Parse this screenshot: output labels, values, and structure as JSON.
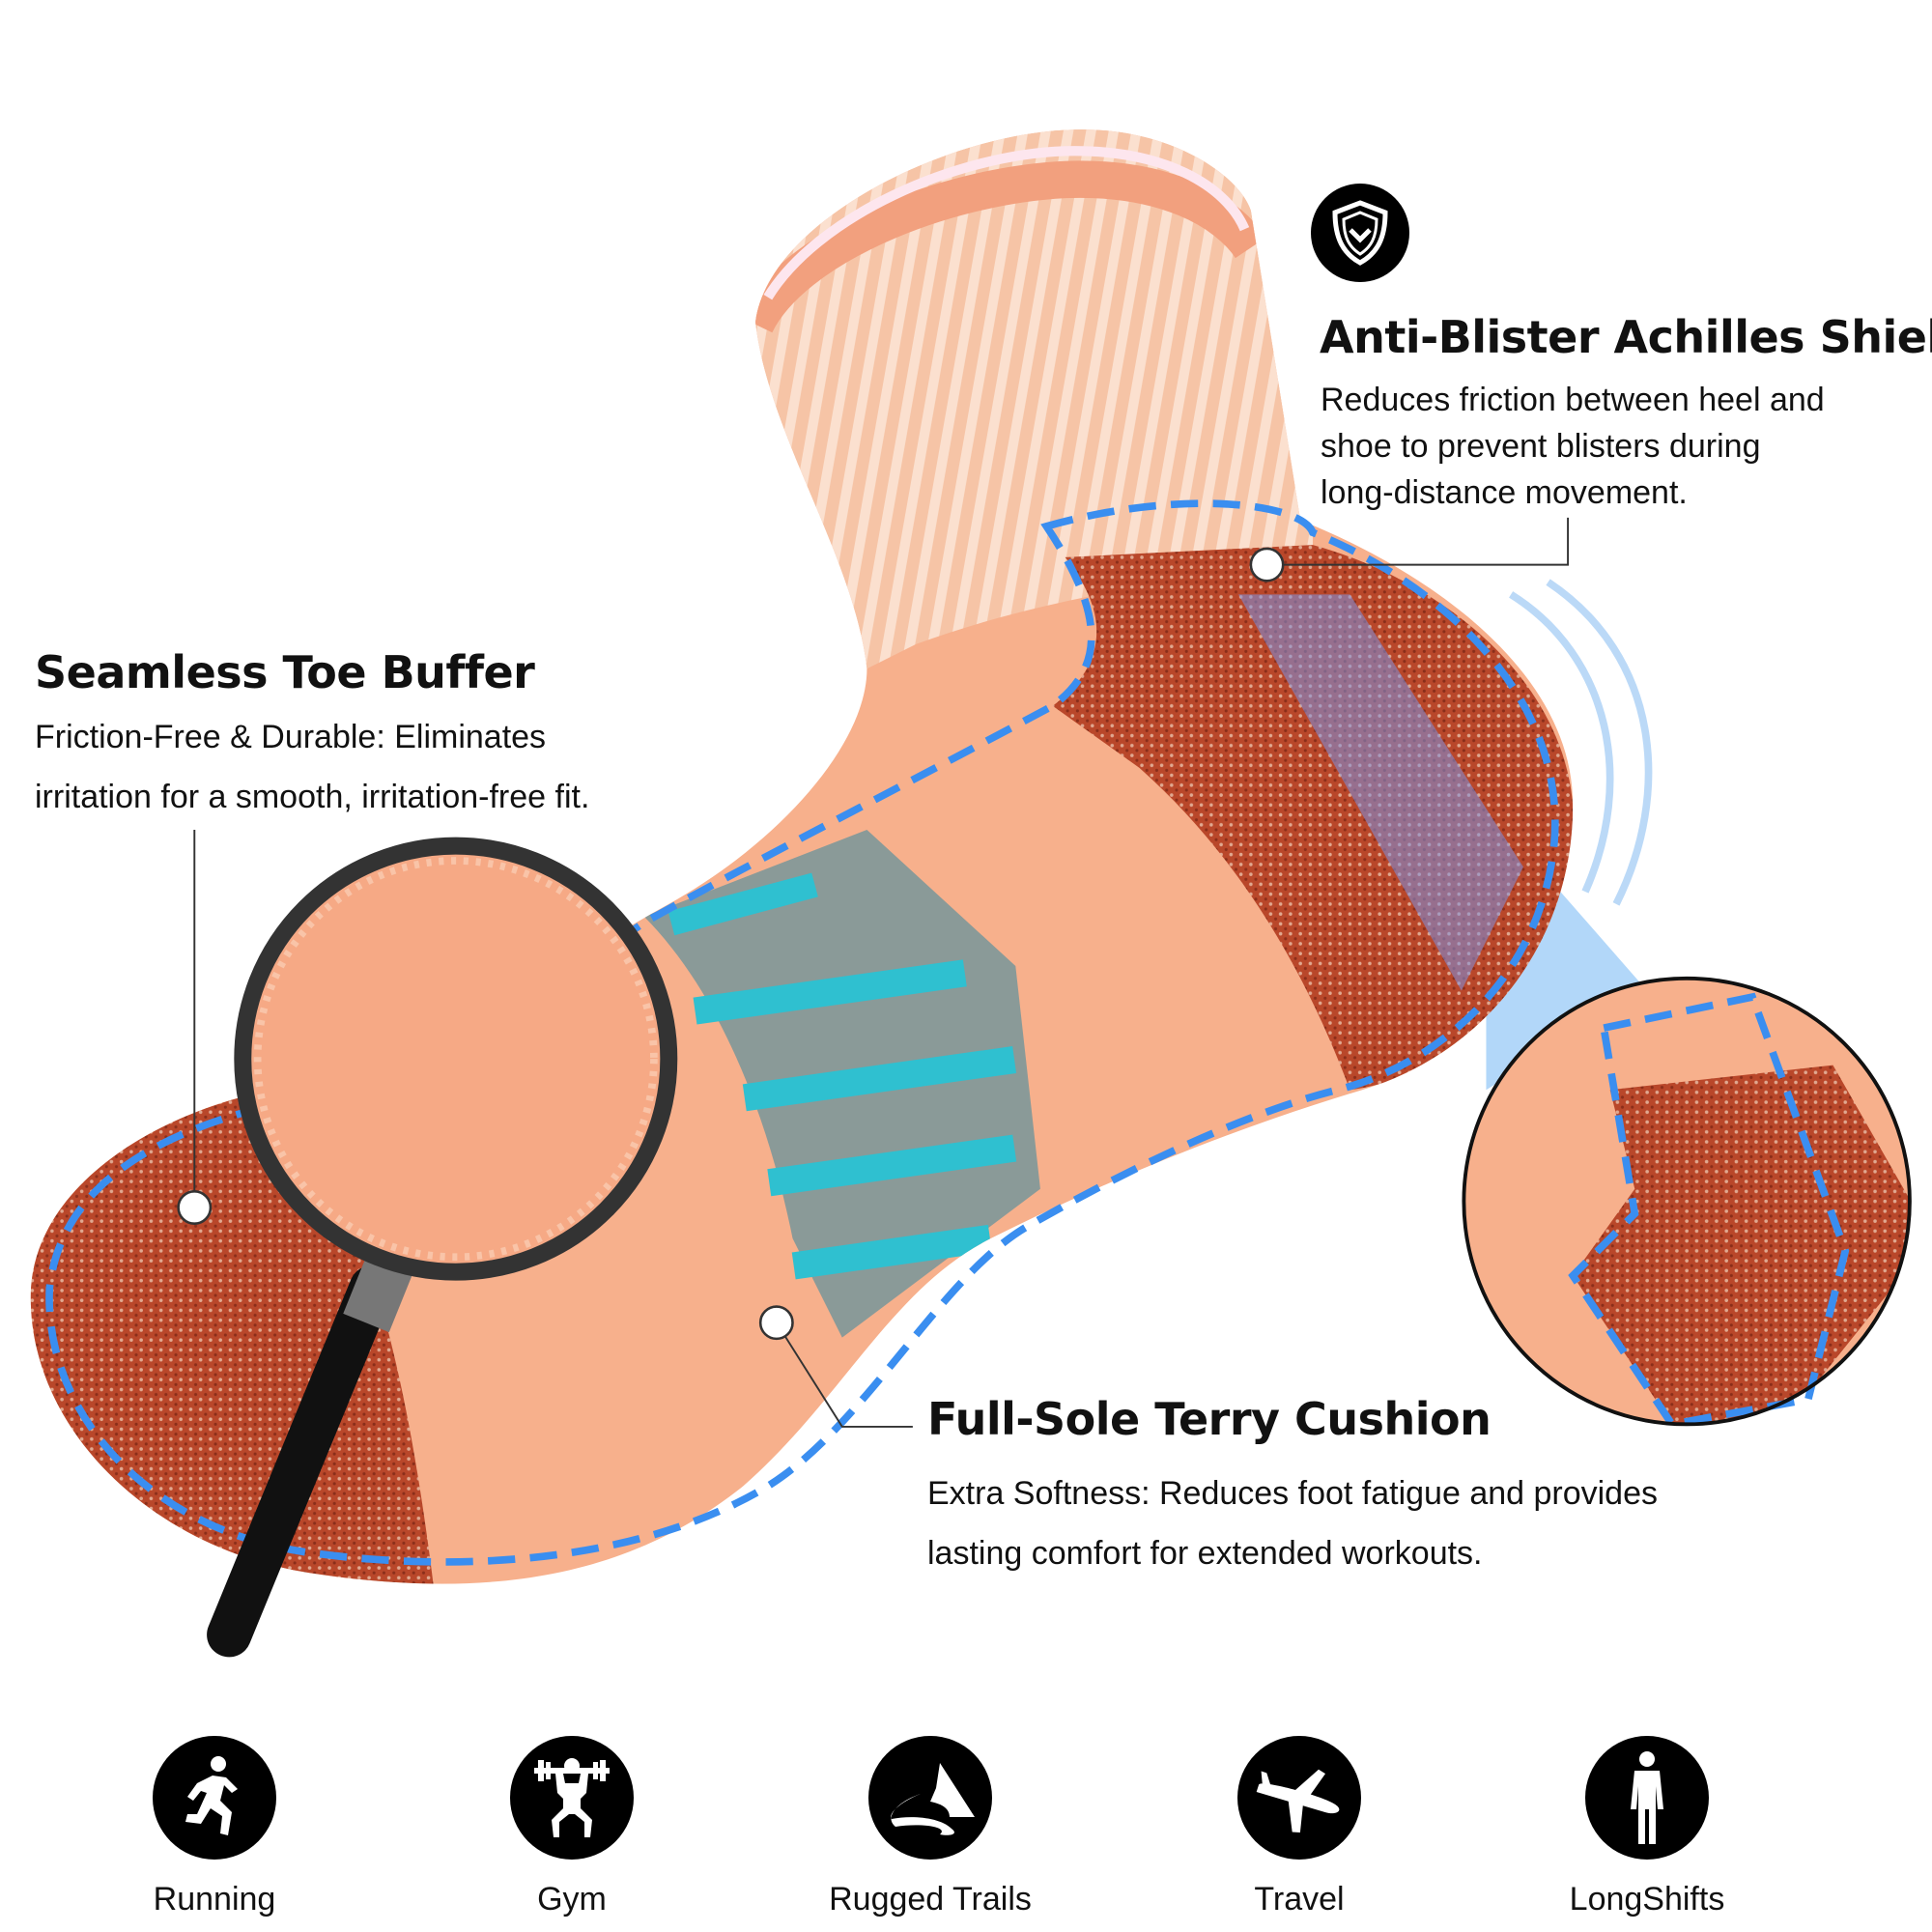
{
  "features": {
    "achilles": {
      "icon": "shield-check-icon",
      "title": "Anti-Blister Achilles Shield",
      "lines": [
        "Reduces friction between heel and",
        "shoe to prevent blisters during",
        "long-distance movement."
      ]
    },
    "toe": {
      "title": "Seamless Toe Buffer",
      "lines": [
        "Friction-Free & Durable: Eliminates",
        "irritation for a smooth, irritation-free fit."
      ]
    },
    "sole": {
      "title": "Full-Sole Terry Cushion",
      "lines": [
        "Extra Softness: Reduces foot fatigue and provides",
        "lasting comfort for extended workouts."
      ]
    }
  },
  "usages": [
    {
      "label": "Running",
      "icon": "running-icon"
    },
    {
      "label": "Gym",
      "icon": "weightlifting-icon"
    },
    {
      "label": "Rugged Trails",
      "icon": "mountain-trail-icon"
    },
    {
      "label": "Travel",
      "icon": "airplane-icon"
    },
    {
      "label": "LongShifts",
      "icon": "standing-person-icon"
    }
  ],
  "colors": {
    "peach": "#f7b08c",
    "rust": "#b9472a",
    "teal": "#2fb8c8",
    "dash_blue": "#3a8ef0",
    "beam_blue": "#9fcdf7"
  }
}
